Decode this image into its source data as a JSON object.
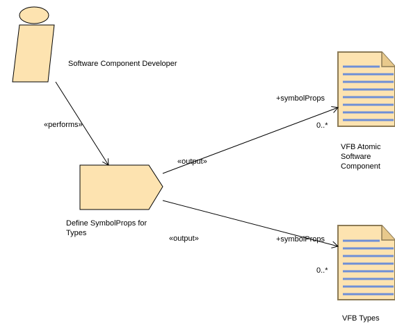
{
  "role": {
    "name": "Software Component Developer"
  },
  "task": {
    "name_line1": "Define SymbolProps for",
    "name_line2": "Types"
  },
  "relations": {
    "performs": "«performs»",
    "output_1": "«output»",
    "output_2": "«output»",
    "role_end_1": "+symbolProps",
    "multiplicity_1": "0..*",
    "role_end_2": "+symbolProps",
    "multiplicity_2": "0..*"
  },
  "artifacts": {
    "vfb_atomic_line1": "VFB Atomic",
    "vfb_atomic_line2": "Software",
    "vfb_atomic_line3": "Component",
    "vfb_types": "VFB Types"
  },
  "colors": {
    "fill": "#fde3b0",
    "stroke": "#8b7a55",
    "doc_lines": "#6f8fd6",
    "connector": "#000000"
  }
}
